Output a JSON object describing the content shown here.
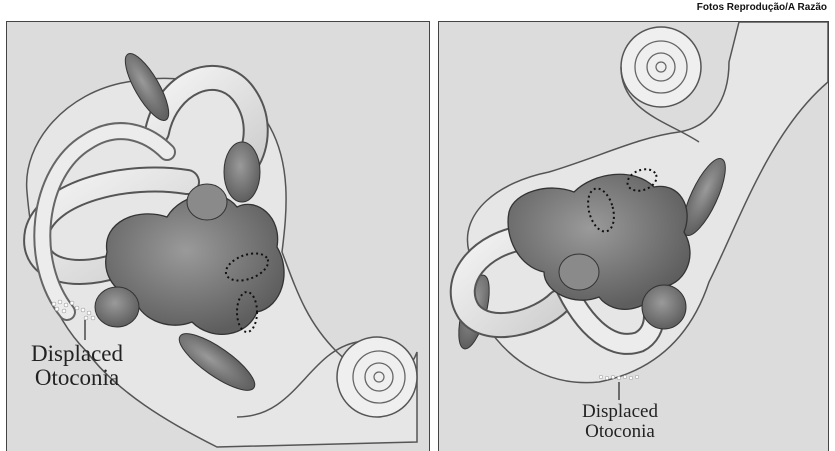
{
  "credit": "Fotos Reprodução/A Razão",
  "left_panel": {
    "caption_line1": "Displaced",
    "caption_line2": "Otoconia"
  },
  "right_panel": {
    "caption_line1": "Displaced",
    "caption_line2": "Otoconia"
  }
}
